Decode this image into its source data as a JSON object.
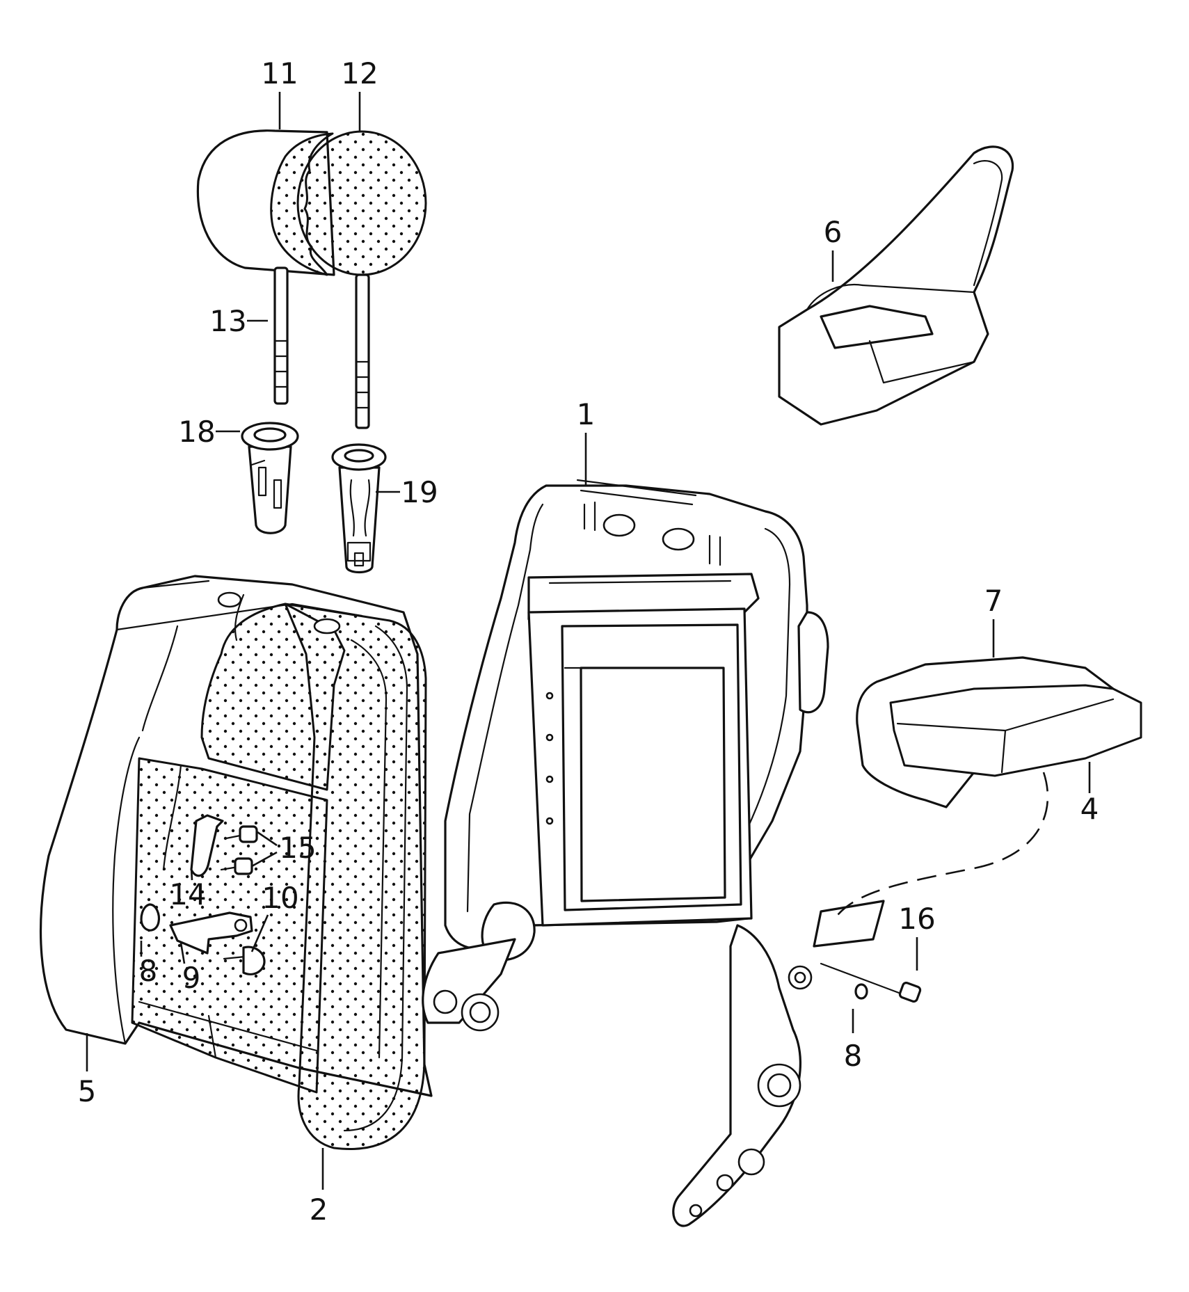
{
  "colors": {
    "line": "#111111",
    "background": "#ffffff"
  },
  "callouts": [
    {
      "id": "c11",
      "text": "11"
    },
    {
      "id": "c12",
      "text": "12"
    },
    {
      "id": "c13",
      "text": "13"
    },
    {
      "id": "c18",
      "text": "18"
    },
    {
      "id": "c19",
      "text": "19"
    },
    {
      "id": "c6",
      "text": "6"
    },
    {
      "id": "c1",
      "text": "1"
    },
    {
      "id": "c7",
      "text": "7"
    },
    {
      "id": "c4",
      "text": "4"
    },
    {
      "id": "c15",
      "text": "15"
    },
    {
      "id": "c14",
      "text": "14"
    },
    {
      "id": "c10",
      "text": "10"
    },
    {
      "id": "c8a",
      "text": "8"
    },
    {
      "id": "c9",
      "text": "9"
    },
    {
      "id": "c16",
      "text": "16"
    },
    {
      "id": "c8b",
      "text": "8"
    },
    {
      "id": "c5",
      "text": "5"
    },
    {
      "id": "c2",
      "text": "2"
    }
  ]
}
